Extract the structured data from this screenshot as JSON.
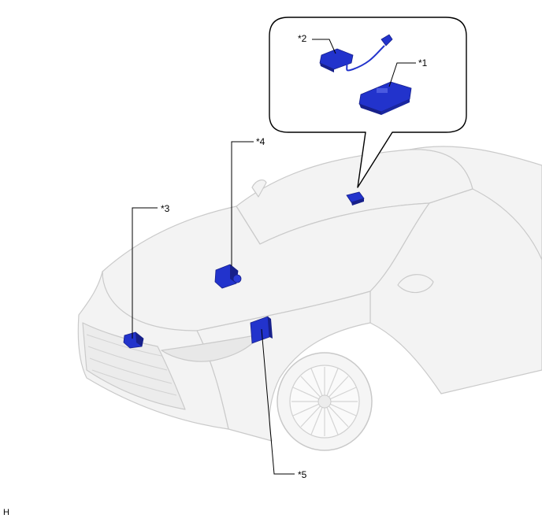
{
  "callouts": {
    "c1": "*1",
    "c2": "*2",
    "c3": "*3",
    "c4": "*4",
    "c5": "*5"
  },
  "corner_mark": "H",
  "colors": {
    "component": "#2233cc",
    "component_dark": "#17208a",
    "component_light": "#5666e6",
    "body_fill": "#f2f2f2",
    "body_line": "#c9c9c9",
    "leader": "#000000"
  }
}
